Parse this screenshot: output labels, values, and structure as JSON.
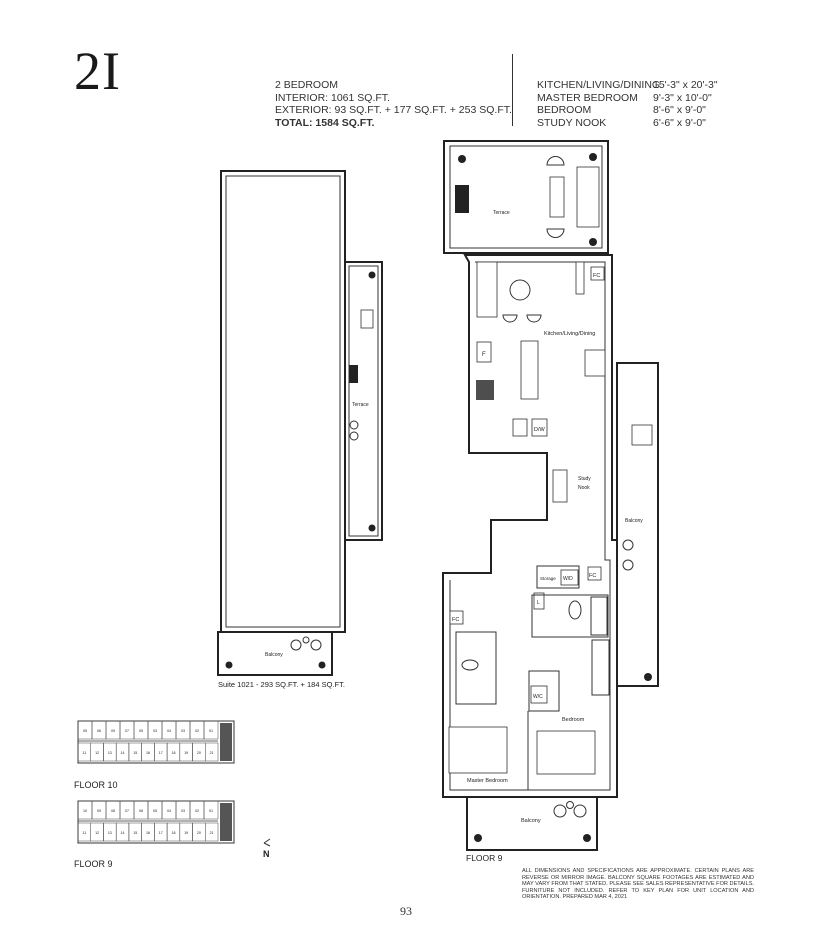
{
  "suite": {
    "name": "2I"
  },
  "specs": {
    "type": "2 BEDROOM",
    "interior": "INTERIOR: 1061 SQ.FT.",
    "exterior": "EXTERIOR: 93 SQ.FT. + 177 SQ.FT. + 253 SQ.FT.",
    "total": "TOTAL: 1584 SQ.FT."
  },
  "rooms": [
    {
      "name": "KITCHEN/LIVING/DINING",
      "size": "15'-3\" x 20'-3\""
    },
    {
      "name": "MASTER BEDROOM",
      "size": "9'-3\" x 10'-0\""
    },
    {
      "name": "BEDROOM",
      "size": "8'-6\" x 9'-0\""
    },
    {
      "name": "STUDY NOOK",
      "size": "6'-6\" x 9'-0\""
    }
  ],
  "upper_plan": {
    "terrace": "Terrace",
    "balcony": "Balcony",
    "caption": "Suite 1021 - 293 SQ.FT. + 184 SQ.FT."
  },
  "main_plan": {
    "terrace": "Terrace",
    "kitchen": "Kitchen/Living/Dining",
    "fridge": "F",
    "dishwasher": "D/W",
    "fc1": "FC",
    "study1": "Study",
    "study2": "Nook",
    "balcony_side": "Balcony",
    "storage": "Storage",
    "washer": "W/D",
    "fc2": "FC",
    "linen": "L",
    "fc3": "FC",
    "wic": "W/C",
    "bedroom": "Bedroom",
    "master": "Master Bedroom",
    "balcony_bottom": "Balcony",
    "floor": "FLOOR 9"
  },
  "key_plans": {
    "floor10": {
      "label": "FLOOR 10",
      "top": [
        "05",
        "06",
        "09",
        "07",
        "05",
        "03",
        "04",
        "03",
        "02",
        "01"
      ],
      "bottom": [
        "11",
        "12",
        "13",
        "14",
        "15",
        "16",
        "17",
        "18",
        "19",
        "20",
        "21"
      ]
    },
    "floor9": {
      "label": "FLOOR 9",
      "top": [
        "10",
        "09",
        "08",
        "07",
        "06",
        "05",
        "04",
        "03",
        "02",
        "01"
      ],
      "bottom": [
        "11",
        "12",
        "13",
        "14",
        "15",
        "16",
        "17",
        "18",
        "19",
        "20",
        "21"
      ]
    },
    "north": "N",
    "highlight_color": "#555555"
  },
  "disclaimer": "All dimensions and specifications are approximate. Certain plans are reverse or mirror image. Balcony square footages are estimated and may vary from that stated. Please see sales representative for details. Furniture not included. Refer to key plan for unit location and orientation. Prepared Mar 4, 2021",
  "page_number": "93"
}
